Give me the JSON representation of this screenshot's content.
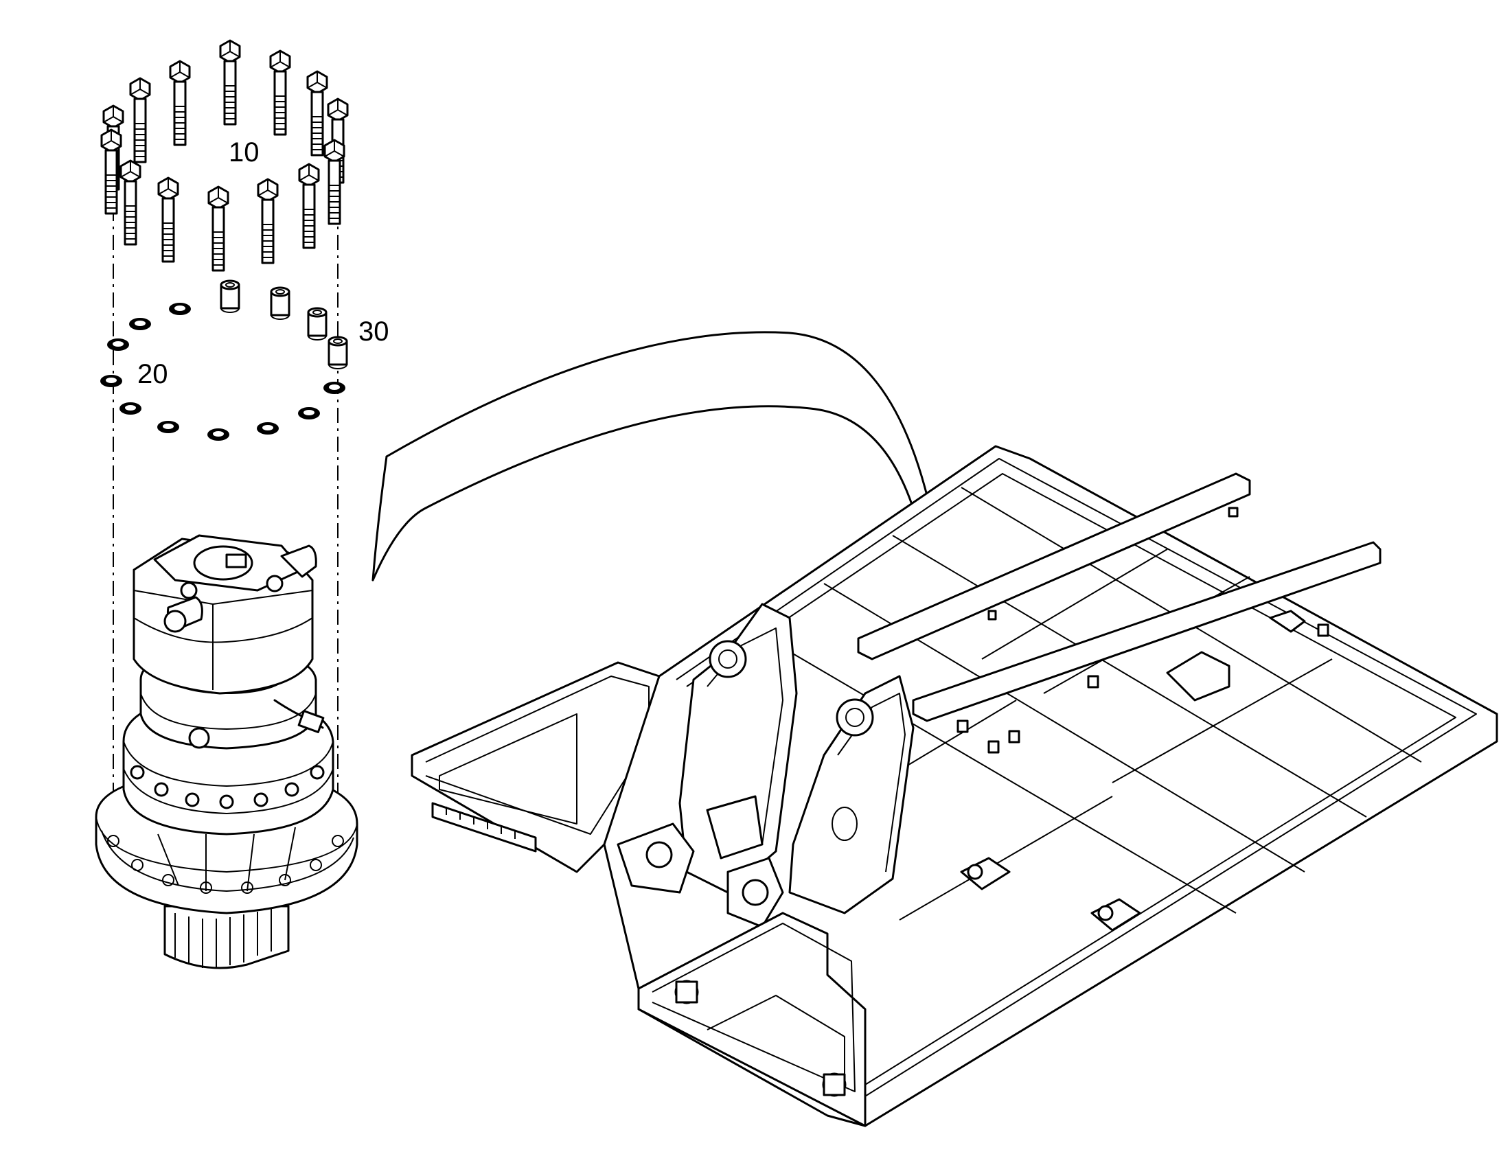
{
  "callouts": [
    {
      "id": "bolts",
      "label": "10"
    },
    {
      "id": "washers",
      "label": "20"
    },
    {
      "id": "bushings",
      "label": "30"
    }
  ]
}
